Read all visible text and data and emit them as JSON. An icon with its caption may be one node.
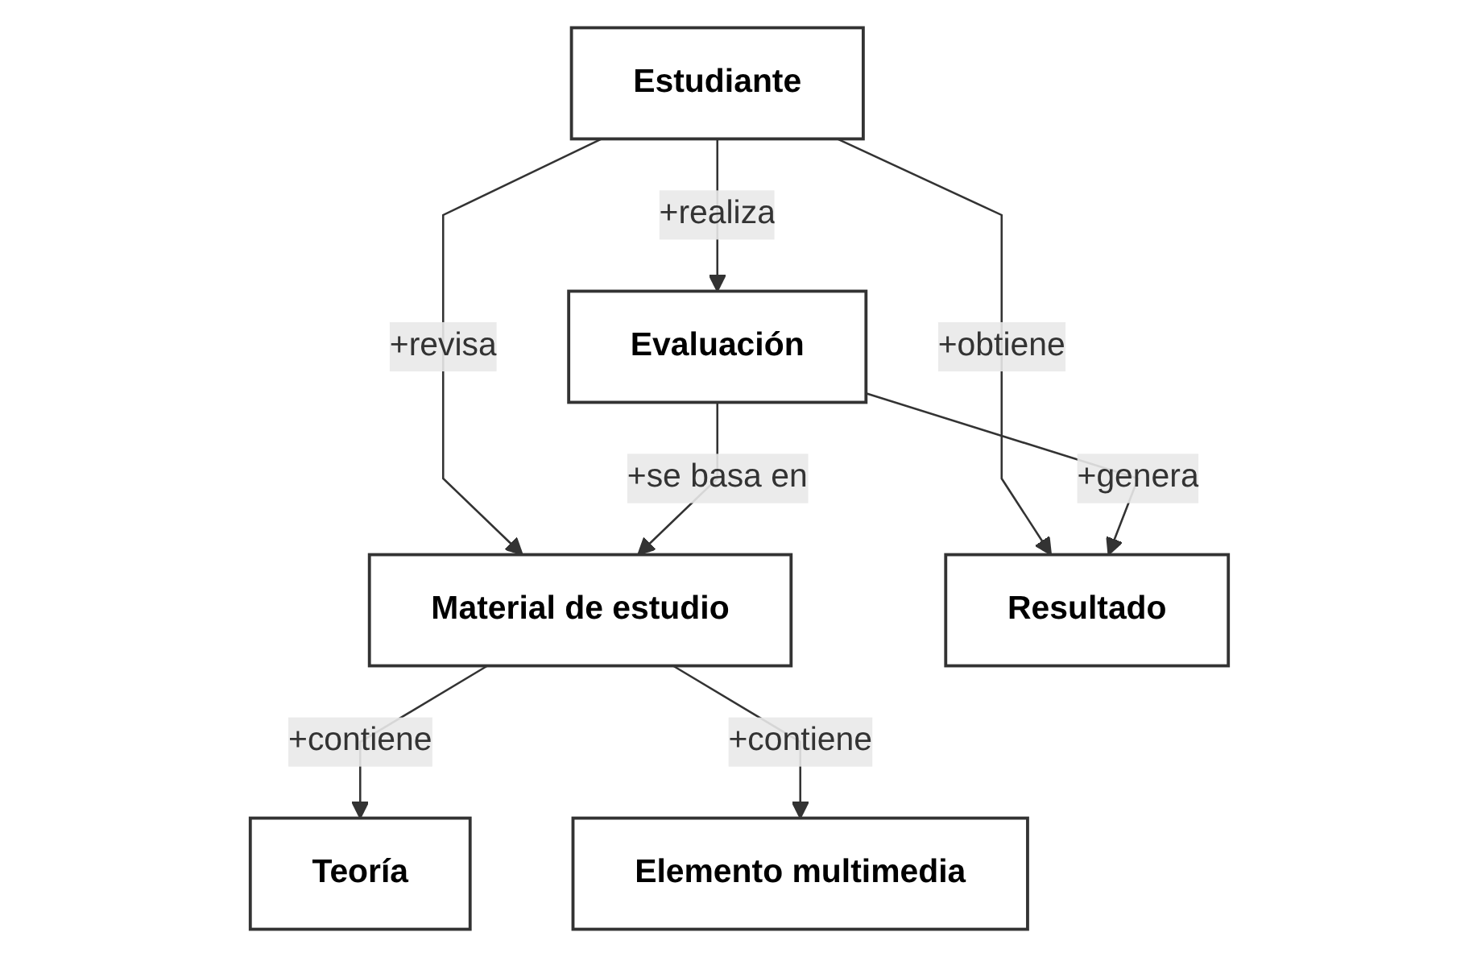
{
  "diagram": {
    "nodes": [
      {
        "text": [
          "Teoría"
        ]
      },
      {
        "text": [
          "Estudiante"
        ]
      },
      {
        "text": [
          "Material de estudio"
        ]
      },
      {
        "text": [
          "Elemento multimedia"
        ]
      },
      {
        "text": [
          "Resultado"
        ]
      },
      {
        "text": [
          "Evaluación"
        ]
      }
    ],
    "edges": [
      {
        "from": 2,
        "to": 0,
        "arrow": "to",
        "label": "+contiene"
      },
      {
        "from": 1,
        "to": 2,
        "arrow": "to",
        "label": "+revisa"
      },
      {
        "from": 2,
        "to": 3,
        "arrow": "to",
        "label": "+contiene"
      },
      {
        "from": 1,
        "to": 4,
        "arrow": "to",
        "label": "+obtiene"
      },
      {
        "from": 1,
        "to": 5,
        "arrow": "to",
        "label": "+realiza"
      },
      {
        "from": 5,
        "to": 2,
        "arrow": "to",
        "label": "+se basa en"
      },
      {
        "from": 5,
        "to": 4,
        "arrow": "to",
        "label": "+genera"
      }
    ]
  }
}
